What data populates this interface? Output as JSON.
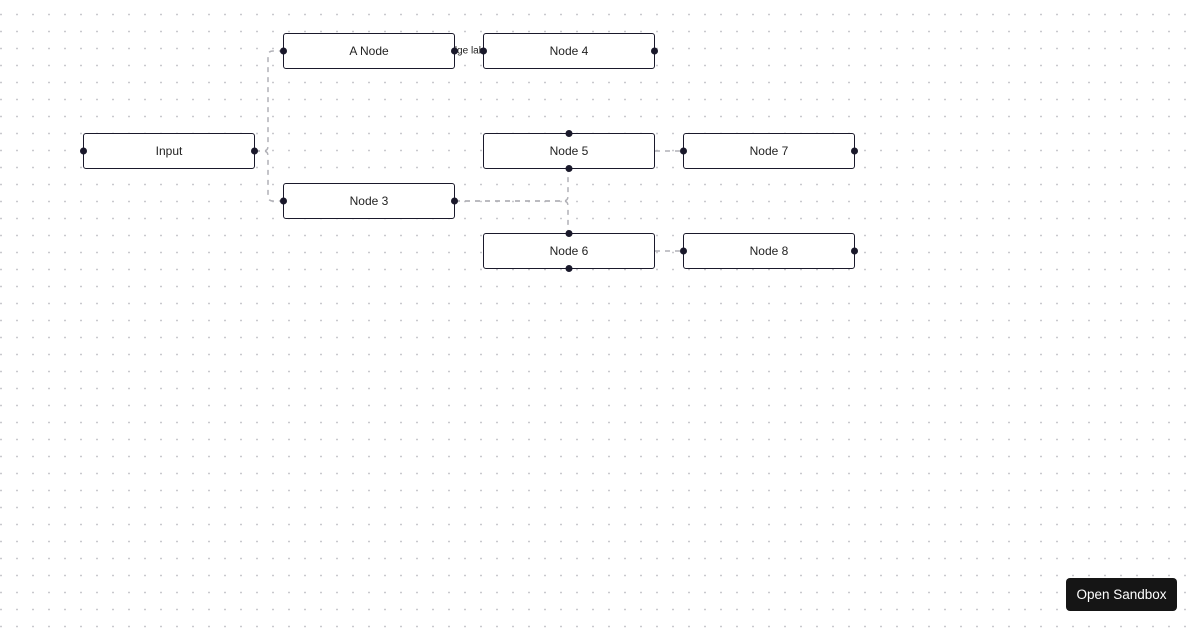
{
  "nodes": [
    {
      "id": "a-node",
      "label": "A Node"
    },
    {
      "id": "node-4",
      "label": "Node 4"
    },
    {
      "id": "input",
      "label": "Input"
    },
    {
      "id": "node-3",
      "label": "Node 3"
    },
    {
      "id": "node-5",
      "label": "Node 5"
    },
    {
      "id": "node-7",
      "label": "Node 7"
    },
    {
      "id": "node-6",
      "label": "Node 6"
    },
    {
      "id": "node-8",
      "label": "Node 8"
    }
  ],
  "edges": {
    "label": "edge label"
  },
  "colors": {
    "node_border": "#1a192b",
    "node_background": "#ffffff",
    "node_text": "#222222",
    "edge_stroke": "#b1b1b7",
    "handle": "#1a192b",
    "dot_grid": "#c9c9ce",
    "button_background": "#151515",
    "button_text": "#ffffff"
  },
  "sandbox_button": {
    "label": "Open Sandbox"
  }
}
